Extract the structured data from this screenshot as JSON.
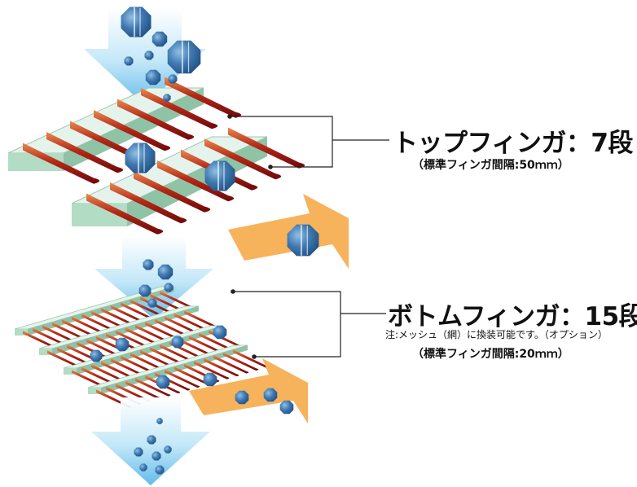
{
  "top_label": {
    "title": "トップフィンガ：7段",
    "spacing": "（標準フィンガ間隔:50ｍｍ）"
  },
  "bottom_label": {
    "title": "ボトムフィンガ：15段",
    "note": "注:メッシュ（網）に換装可能です。（オプション）",
    "spacing": "（標準フィンガ間隔:20ｍｍ）"
  },
  "colors": {
    "finger_dark": "#8a0c0c",
    "finger_light": "#e0703a",
    "rail_top": "#dff2e8",
    "rail_side": "#9fcfb4",
    "flow_arrow": "#8fd0f0",
    "reject_arrow": "#f7b25c",
    "rock": "#3a6fa6"
  }
}
